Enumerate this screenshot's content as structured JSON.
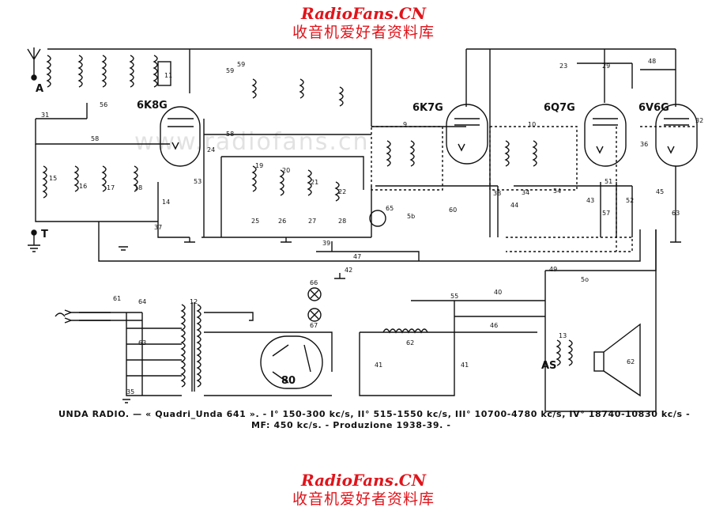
{
  "header": {
    "site_name": "RadioFans.CN",
    "site_subtitle": "收音机爱好者资料库"
  },
  "footer": {
    "site_name": "RadioFans.CN",
    "site_subtitle": "收音机爱好者资料库"
  },
  "watermark": "www.radiofans.cn",
  "caption": {
    "line1": "UNDA RADIO. — « Quadri_Unda 641 ». - I° 150-300 kc/s, II° 515-1550 kc/s, III° 10700-4780 kc/s, IV° 18740-10830 kc/s -",
    "line2": "MF: 450 kc/s. - Produzione 1938-39. -"
  },
  "tubes": [
    {
      "label": "6K8G"
    },
    {
      "label": "6K7G"
    },
    {
      "label": "6Q7G"
    },
    {
      "label": "6V6G"
    },
    {
      "label": "80"
    }
  ],
  "terminals": {
    "antenna": "A",
    "ground": "T",
    "speaker": "AS"
  },
  "component_labels": [
    "31",
    "11",
    "56",
    "58",
    "59",
    "15",
    "16",
    "17",
    "18",
    "14",
    "37",
    "53",
    "24",
    "19",
    "20",
    "21",
    "22",
    "23",
    "25",
    "26",
    "27",
    "28",
    "9",
    "10",
    "65",
    "5b",
    "60",
    "38",
    "34",
    "44",
    "54",
    "51",
    "43",
    "57",
    "36",
    "52",
    "45",
    "63",
    "32",
    "48",
    "29",
    "39",
    "47",
    "42",
    "49",
    "5o",
    "66",
    "67",
    "55",
    "40",
    "46",
    "61",
    "64",
    "12",
    "63",
    "35",
    "62",
    "41",
    "41",
    "13",
    "62"
  ],
  "colors": {
    "brand": "#e0141b",
    "ink": "#111111"
  }
}
